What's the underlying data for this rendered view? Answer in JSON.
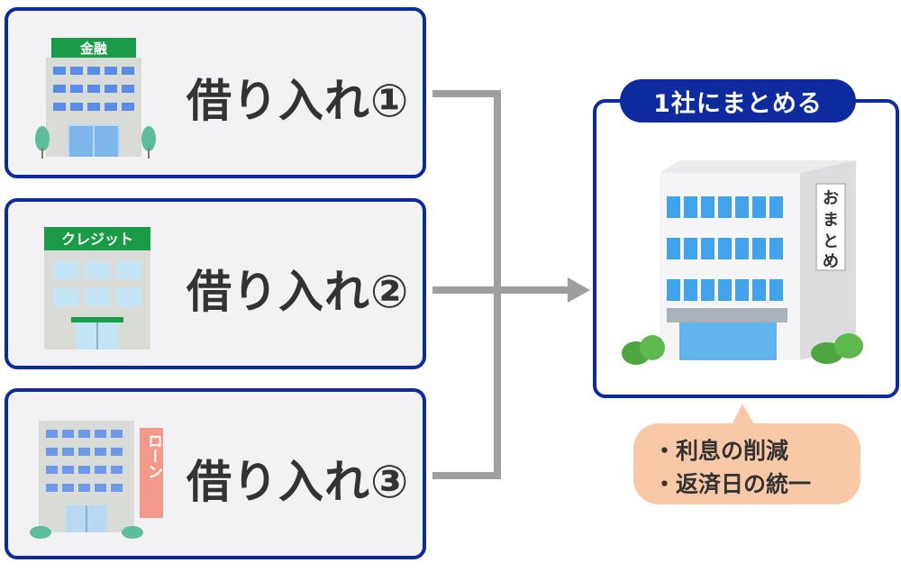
{
  "loans": [
    {
      "label": "借り入れ①",
      "sign": "金融"
    },
    {
      "label": "借り入れ②",
      "sign": "クレジット"
    },
    {
      "label": "借り入れ③",
      "sign": "ローン"
    }
  ],
  "consolidation": {
    "label": "1社にまとめる",
    "building_sign": [
      "お",
      "ま",
      "と",
      "め"
    ]
  },
  "benefits": [
    "・利息の削減",
    "・返済日の統一"
  ],
  "colors": {
    "border_blue": "#0d2a9e",
    "panel_gray": "#f2f2f4",
    "connector_gray": "#9e9e9e",
    "bubble_peach": "#f9c9a7",
    "sign_green": "#1a9b47",
    "sign_salmon": "#f2998a"
  }
}
